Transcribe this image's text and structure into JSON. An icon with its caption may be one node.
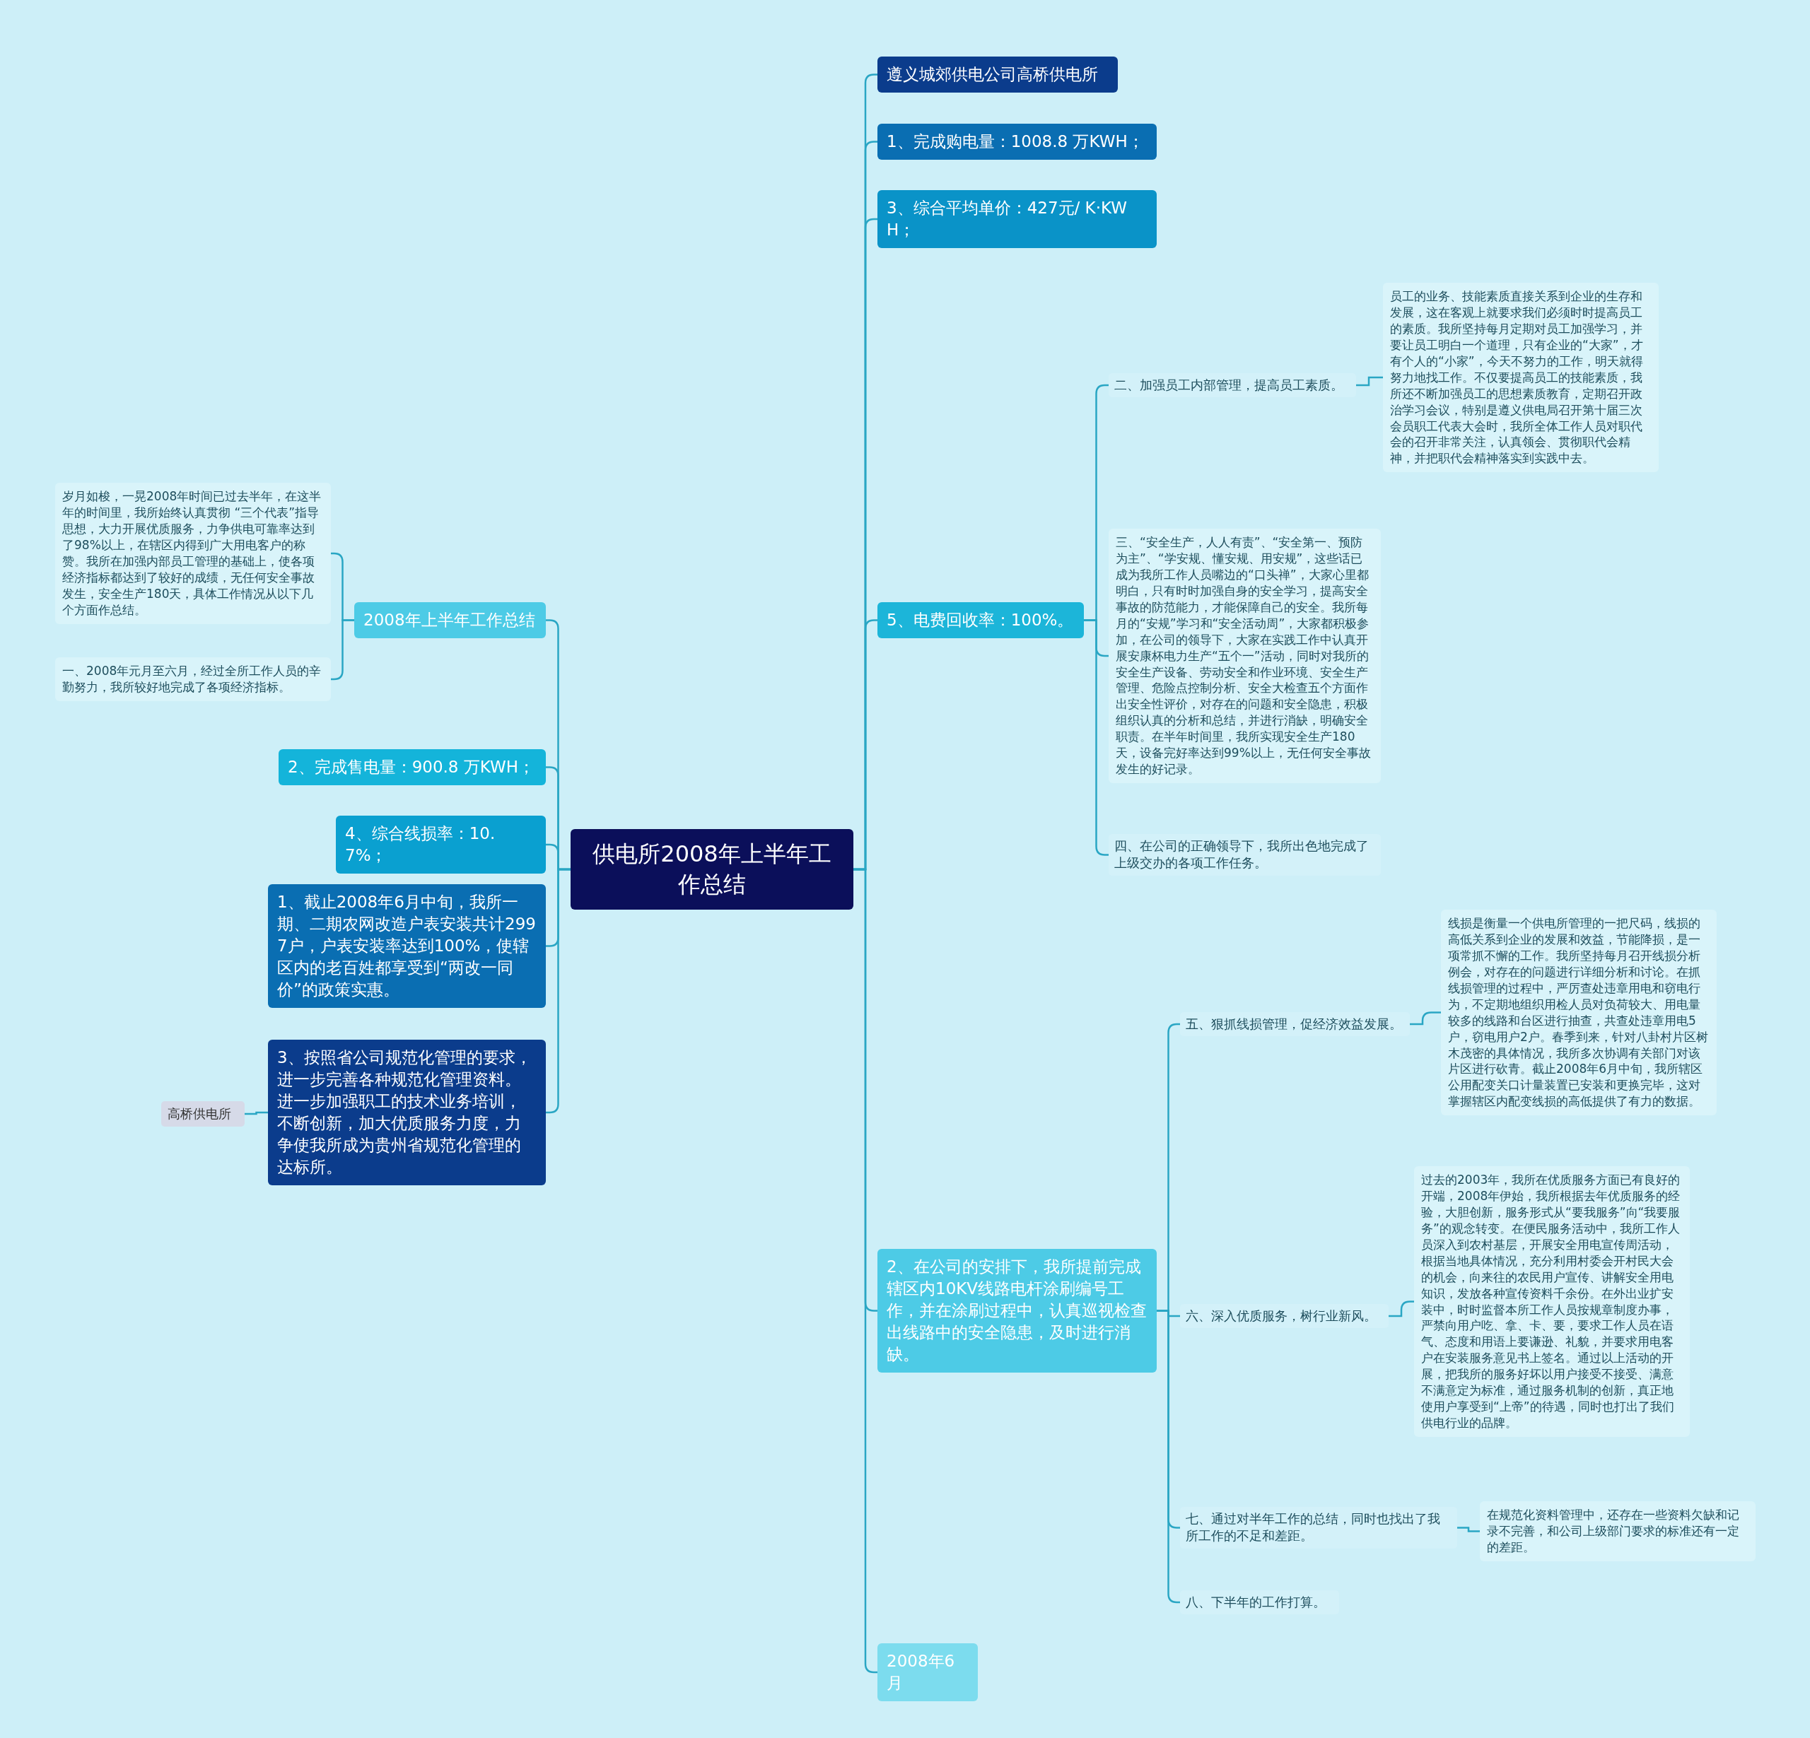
{
  "diagram": {
    "nodes": [
      {
        "text": [
          "供电所2008年上半年工作总结"
        ]
      },
      {
        "text": [
          "遵义城郊供电公司高桥供电所"
        ]
      },
      {
        "text": [
          "1、完成购电量：1008.8 万KWH；"
        ]
      },
      {
        "text": [
          "3、综合平均单价：427元/ K·KWH；"
        ]
      },
      {
        "text": [
          "5、电费回收率：100%。"
        ]
      },
      {
        "text": [
          "二、加强员工内部管理，提高员工素质。"
        ]
      },
      {
        "text": [
          "员工的业务、技能素质直接关系到企业的生存和发展，这在客观上就要求我们必须时时提高员工的素质。我所坚持每月定期对员工加强学习，并要让员工明白一个道理，只有企业的“大家”，才有个人的“小家”，今天不努力的工作，明天就得努力地找工作。不仅要提高员工的技能素质，我所还不断加强员工的思想素质教育，定期召开政治学习会议，特别是遵义供电局召开第十届三次会员职工代表大会时，我所全体工作人员对职代会的召开非常关注，认真领会、贯彻职代会精神，并把职代会精神落实到实践中去。"
        ]
      },
      {
        "text": [
          "三、“安全生产，人人有责”、“安全第一、预防为主”、“学安规、懂安规、用安规”，这些话已成为我所工作人员嘴边的“口头禅”，大家心里都明白，只有时时加强自身的安全学习，提高安全事故的防范能力，才能保障自己的安全。我所每月的“安规”学习和“安全活动周”，大家都积极参加，在公司的领导下，大家在实践工作中认真开展安康杯电力生产“五个一”活动，同时对我所的安全生产设备、劳动安全和作业环境、安全生产管理、危险点控制分析、安全大检查五个方面作出安全性评价，对存在的问题和安全隐患，积极组织认真的分析和总结，并进行消缺，明确安全职责。在半年时间里，我所实现安全生产180天，设备完好率达到99%以上，无任何安全事故发生的好记录。"
        ]
      },
      {
        "text": [
          "四、在公司的正确领导下，我所出色地完成了上级交办的各项工作任务。"
        ]
      },
      {
        "text": [
          "2、在公司的安排下，我所提前完成辖区内10KV线路电杆涂刷编号工作，并在涂刷过程中，认真巡视检查出线路中的安全隐患，及时进行消缺。"
        ]
      },
      {
        "text": [
          "五、狠抓线损管理，促经济效益发展。"
        ]
      },
      {
        "text": [
          "线损是衡量一个供电所管理的一把尺码，线损的高低关系到企业的发展和效益，节能降损，是一项常抓不懈的工作。我所坚持每月召开线损分析例会，对存在的问题进行详细分析和讨论。在抓线损管理的过程中，严厉查处违章用电和窃电行为，不定期地组织用检人员对负荷较大、用电量较多的线路和台区进行抽查，共查处违章用电5户，窃电用户2户。春季到来，针对八卦村片区树木茂密的具体情况，我所多次协调有关部门对该片区进行砍青。截止2008年6月中旬，我所辖区公用配变关口计量装置已安装和更换完毕，这对掌握辖区内配变线损的高低提供了有力的数据。"
        ]
      },
      {
        "text": [
          "六、深入优质服务，树行业新风。"
        ]
      },
      {
        "text": [
          "过去的2003年，我所在优质服务方面已有良好的开端，2008年伊始，我所根据去年优质服务的经验，大胆创新，服务形式从“要我服务”向“我要服务”的观念转变。在便民服务活动中，我所工作人员深入到农村基层，开展安全用电宣传周活动，根据当地具体情况，充分利用村委会开村民大会的机会，向来往的农民用户宣传、讲解安全用电知识，发放各种宣传资料千余份。在外出业扩安装中，时时监督本所工作人员按规章制度办事，严禁向用户吃、拿、卡、要，要求工作人员在语气、态度和用语上要谦逊、礼貌，并要求用电客户在安装服务意见书上签名。通过以上活动的开展，把我所的服务好坏以用户接受不接受、满意不满意定为标准，通过服务机制的创新，真正地使用户享受到“上帝”的待遇，同时也打出了我们供电行业的品牌。"
        ]
      },
      {
        "text": [
          "七、通过对半年工作的总结，同时也找出了我所工作的不足和差距。"
        ]
      },
      {
        "text": [
          "在规范化资料管理中，还存在一些资料欠缺和记录不完善，和公司上级部门要求的标准还有一定的差距。"
        ]
      },
      {
        "text": [
          "八、下半年的工作打算。"
        ]
      },
      {
        "text": [
          "2008年6月"
        ]
      },
      {
        "text": [
          "2008年上半年工作总结"
        ]
      },
      {
        "text": [
          "岁月如梭，一晃2008年时间已过去半年，在这半年的时间里，我所始终认真贯彻 “三个代表”指导思想，大力开展优质服务，力争供电可靠率达到了98%以上，在辖区内得到广大用电客户的称赞。我所在加强内部员工管理的基础上，使各项经济指标都达到了较好的成绩，无任何安全事故发生，安全生产180天，具体工作情况从以下几个方面作总结。"
        ]
      },
      {
        "text": [
          "一、2008年元月至六月，经过全所工作人员的辛勤努力，我所较好地完成了各项经济指标。"
        ]
      },
      {
        "text": [
          "2、完成售电量：900.8 万KWH；"
        ]
      },
      {
        "text": [
          "4、综合线损率：10.7%；"
        ]
      },
      {
        "text": [
          "1、截止2008年6月中旬，我所一期、二期农网改造户表安装共计2997户，户表安装率达到100%，使辖区内的老百姓都享受到“两改一同价”的政策实惠。"
        ]
      },
      {
        "text": [
          "3、按照省公司规范化管理的要求，进一步完善各种规范化管理资料。进一步加强职工的技术业务培训，不断创新，加大优质服务力度，力争使我所成为贵州省规范化管理的达标所。"
        ]
      },
      {
        "text": [
          "高桥供电所"
        ]
      }
    ],
    "edges": [
      {
        "from": 0,
        "to": 1,
        "arrow": "none"
      },
      {
        "from": 0,
        "to": 2,
        "arrow": "none"
      },
      {
        "from": 0,
        "to": 3,
        "arrow": "none"
      },
      {
        "from": 0,
        "to": 4,
        "arrow": "none"
      },
      {
        "from": 4,
        "to": 5,
        "arrow": "none"
      },
      {
        "from": 5,
        "to": 6,
        "arrow": "none"
      },
      {
        "from": 4,
        "to": 7,
        "arrow": "none"
      },
      {
        "from": 4,
        "to": 8,
        "arrow": "none"
      },
      {
        "from": 0,
        "to": 9,
        "arrow": "none"
      },
      {
        "from": 9,
        "to": 10,
        "arrow": "none"
      },
      {
        "from": 10,
        "to": 11,
        "arrow": "none"
      },
      {
        "from": 9,
        "to": 12,
        "arrow": "none"
      },
      {
        "from": 12,
        "to": 13,
        "arrow": "none"
      },
      {
        "from": 9,
        "to": 14,
        "arrow": "none"
      },
      {
        "from": 14,
        "to": 15,
        "arrow": "none"
      },
      {
        "from": 9,
        "to": 16,
        "arrow": "none"
      },
      {
        "from": 0,
        "to": 17,
        "arrow": "none"
      },
      {
        "from": 0,
        "to": 18,
        "arrow": "none"
      },
      {
        "from": 18,
        "to": 19,
        "arrow": "none"
      },
      {
        "from": 18,
        "to": 20,
        "arrow": "none"
      },
      {
        "from": 0,
        "to": 21,
        "arrow": "none"
      },
      {
        "from": 0,
        "to": 22,
        "arrow": "none"
      },
      {
        "from": 0,
        "to": 23,
        "arrow": "none"
      },
      {
        "from": 0,
        "to": 24,
        "arrow": "none"
      },
      {
        "from": 24,
        "to": 25,
        "arrow": "none"
      }
    ]
  }
}
